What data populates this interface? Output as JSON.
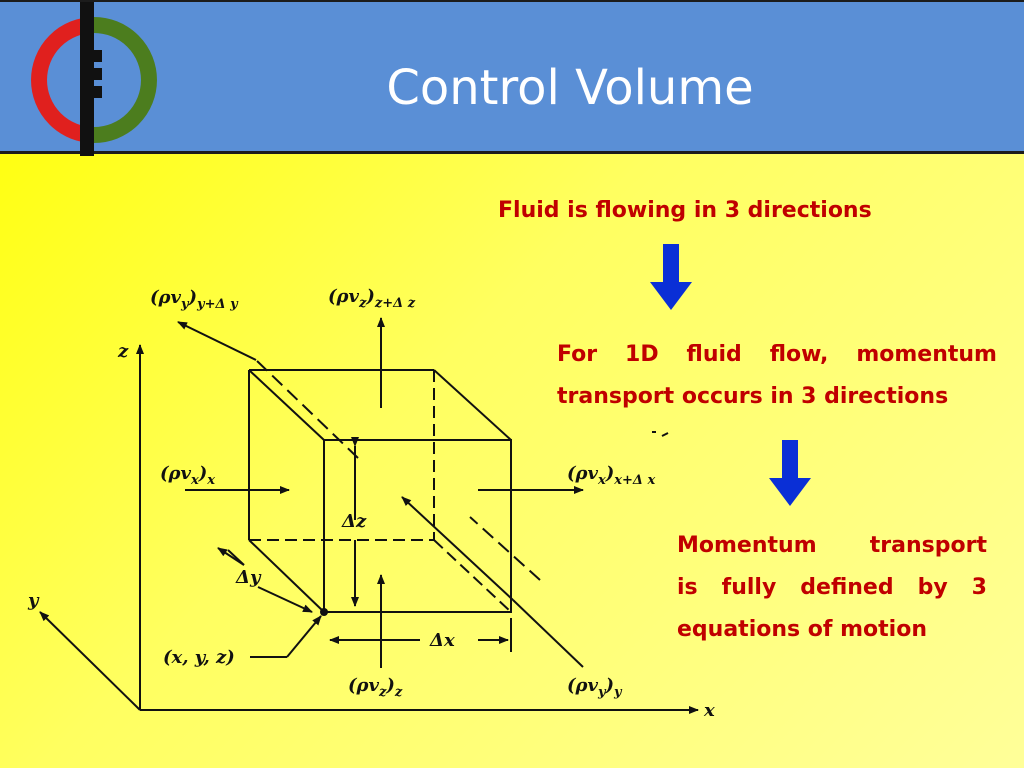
{
  "header": {
    "title": "Control Volume"
  },
  "statements": {
    "line1": "Fluid is flowing in 3 directions",
    "line2a": "For 1D fluid flow, momentum",
    "line2b": "transport occurs in 3 directions",
    "line3a": "Momentum transport",
    "line3b": "is fully defined by 3",
    "line3c": "equations of motion"
  },
  "diagram": {
    "flux_y_top": "(ρv",
    "flux_y_top_sub": "y",
    "flux_y_top_close": ")",
    "flux_y_top_eval": "y+Δ y",
    "flux_z_top": "(ρv",
    "flux_z_top_sub": "z",
    "flux_z_top_close": ")",
    "flux_z_top_eval": "z+Δ z",
    "flux_x_left": "(ρv",
    "flux_x_left_sub": "x",
    "flux_x_left_close": ")",
    "flux_x_left_eval": "x",
    "flux_x_right": "(ρv",
    "flux_x_right_sub": "x",
    "flux_x_right_close": ")",
    "flux_x_right_eval": "x+Δ x",
    "flux_z_bottom": "(ρv",
    "flux_z_bottom_sub": "z",
    "flux_z_bottom_close": ")",
    "flux_z_bottom_eval": "z",
    "flux_y_bottom": "(ρv",
    "flux_y_bottom_sub": "y",
    "flux_y_bottom_close": ")",
    "flux_y_bottom_eval": "y",
    "delta_z": "Δz",
    "delta_y": "Δy",
    "delta_x": "Δx",
    "point": "(x, y, z)",
    "axis_z": "z",
    "axis_y": "y",
    "axis_x": "x"
  },
  "colors": {
    "title_bar": "#5a8fd6",
    "text_red": "#c00000",
    "arrow_blue": "#0a2fd6",
    "logo_red": "#e0201e",
    "logo_green": "#4c7d1e"
  }
}
